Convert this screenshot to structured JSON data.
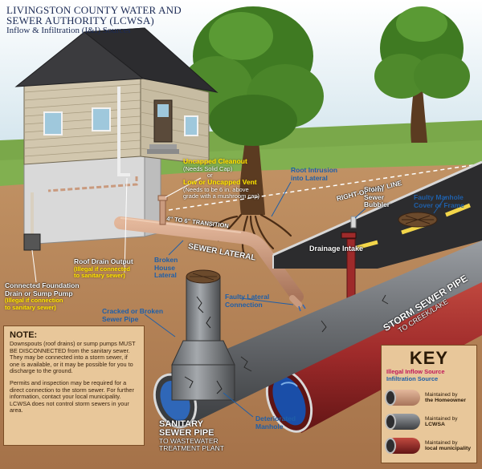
{
  "title": {
    "line1": "LIVINGSTON COUNTY WATER AND",
    "line2": "SEWER AUTHORITY (LCWSA)",
    "line3": "Inflow & Infiltration (I&I) Sources"
  },
  "labels": {
    "uncapped_cleanout": "Uncapped Cleanout",
    "uncapped_cleanout_note": "(Needs Solid Cap)",
    "or": "or",
    "vent": "Low or Uncapped Vent",
    "vent_note_1": "(Needs to be 6 in. above",
    "vent_note_2": "grade with a mushroom cap)",
    "root_intrusion_1": "Root Intrusion",
    "root_intrusion_2": "into Lateral",
    "right_of_way": "RIGHT-OF-WAY LINE",
    "storm_bubbler_1": "Storm",
    "storm_bubbler_2": "Sewer",
    "storm_bubbler_3": "Bubbler",
    "faulty_manhole_1": "Faulty Manhole",
    "faulty_manhole_2": "Cover or Frame",
    "transition": "4\" TO 6\" TRANSITION",
    "sewer_lateral": "SEWER LATERAL",
    "drainage_intake": "Drainage Intake",
    "roof_drain": "Roof Drain Output",
    "roof_drain_note_1": "(Illegal if connected",
    "roof_drain_note_2": "to sanitary sewer)",
    "broken_lateral_1": "Broken",
    "broken_lateral_2": "House",
    "broken_lateral_3": "Lateral",
    "foundation_1": "Connected Foundation",
    "foundation_2": "Drain or Sump Pump",
    "foundation_note_1": "(Illegal if connection",
    "foundation_note_2": "to sanitary sewer)",
    "faulty_lateral_1": "Faulty Lateral",
    "faulty_lateral_2": "Connection",
    "cracked_pipe_1": "Cracked or Broken",
    "cracked_pipe_2": "Sewer Pipe",
    "storm_pipe_1": "STORM SEWER PIPE",
    "storm_pipe_2": "TO CREEK/LAKE",
    "sanitary_1": "SANITARY",
    "sanitary_2": "SEWER PIPE",
    "sanitary_3": "TO WASTEWATER",
    "sanitary_4": "TREATMENT PLANT",
    "deteriorated_1": "Deteriorated",
    "deteriorated_2": "Manhole"
  },
  "note": {
    "heading": "NOTE:",
    "para1": "Downspouts (roof drains) or sump pumps MUST BE DISCONNECTED from the sanitary sewer. They may be connected into a storm sewer, if one is available, or it may be possible for you to discharge to the ground.",
    "para2": "Permits and inspection may be required for a direct connection to the storm sewer. For further information, contact your local municipality. LCWSA does not control storm sewers in your area."
  },
  "key": {
    "title": "KEY",
    "illegal": "Illegal Inflow Source",
    "infiltration": "Infiltration Source",
    "rows": [
      {
        "line1": "Maintained by",
        "line2": "the Homeowner",
        "color": "#c99a7e"
      },
      {
        "line1": "Maintained by",
        "line2": "LCWSA",
        "color": "#6b6e72"
      },
      {
        "line1": "Maintained by",
        "line2": "local municipality",
        "color": "#9e2a2a"
      }
    ]
  },
  "colors": {
    "sky": "#c9dfe9",
    "grass": "#7aa84a",
    "soil": "#b9875a",
    "deep_soil": "#a97649",
    "road": "#2c2c2e",
    "sanitary_pipe": "#6b6e72",
    "storm_pipe": "#9e2a2a",
    "lateral": "#c99a7e"
  }
}
